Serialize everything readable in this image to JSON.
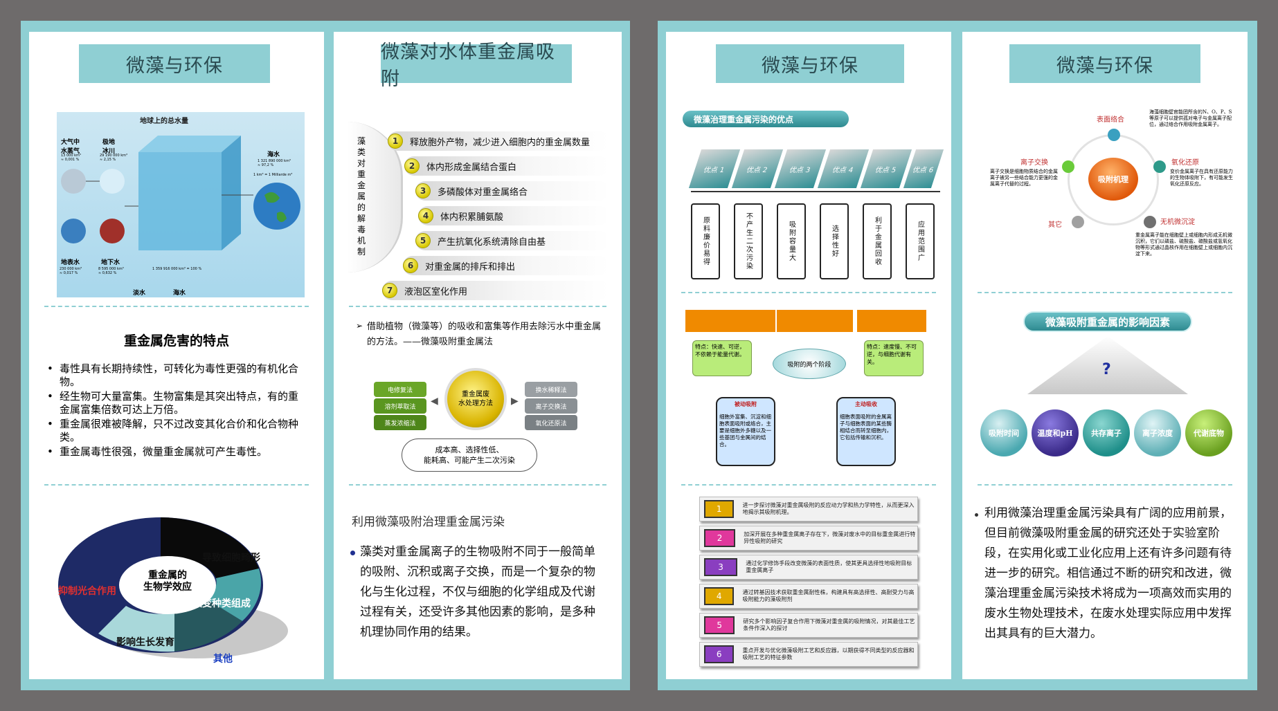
{
  "panel1": {
    "title": "微藻与环保",
    "water_image": {
      "caption": "地球上的总水量",
      "labels": {
        "atmosphere": "大气中\n水蒸气",
        "atmosphere_val": "13 000 km³\n≈ 0,001 %",
        "glacier": "极地\n冰川",
        "glacier_val": "29 190 000 km³\n≈ 2,15 %",
        "ocean": "海水",
        "ocean_val": "1 321 890 000 km³\n≈ 97,2 %",
        "unit_note": "1 km³ = 1 Milliarde m³",
        "surface": "地表水",
        "surface_val": "230 000 km³\n≈ 0,017 %",
        "ground": "地下水",
        "ground_val": "8 595 000 km³\n≈ 0,632 %",
        "total": "1 359 916 000 km³ = 100 %",
        "fresh": "淡水",
        "sea": "海水"
      }
    },
    "heading": "重金属危害的特点",
    "bullets": [
      "毒性具有长期持续性，可转化为毒性更强的有机化合物。",
      "经生物可大量富集。生物富集是其突出特点，有的重金属富集倍数可达上万倍。",
      "重金属很难被降解，只不过改变其化合价和化合物种类。",
      "重金属毒性很强，微量重金属就可产生毒性。"
    ],
    "ring": {
      "center": "重金属的\n生物学效应",
      "segments": [
        "导致细胞畸形",
        "改变种类组成",
        "影响生长发育",
        "抑制光合作用",
        "其他"
      ]
    }
  },
  "panel2": {
    "title": "微藻对水体重金属吸附",
    "side_label": "藻类对重金属的解毒机制",
    "mechanisms": [
      {
        "num": "1",
        "text": "释放胞外产物，减少进入细胞内的重金属数量"
      },
      {
        "num": "2",
        "text": "体内形成金属结合蛋白"
      },
      {
        "num": "3",
        "text": "多磷酸体对重金属络合"
      },
      {
        "num": "4",
        "text": "体内积累脯氨酸"
      },
      {
        "num": "5",
        "text": "产生抗氧化系统清除自由基"
      },
      {
        "num": "6",
        "text": "对重金属的排斥和排出"
      },
      {
        "num": "7",
        "text": "液泡区室化作用"
      }
    ],
    "intro": "借助植物（微藻等）的吸收和富集等作用去除污水中重金属的方法。——微藻吸附重金属法",
    "center_disc": "重金属废\n水处理方法",
    "left_methods": [
      "电修复法",
      "溶剂萃取法",
      "蒸发浓缩法"
    ],
    "right_methods": [
      "换水稀释法",
      "离子交换法",
      "氧化还原法"
    ],
    "drawback": "成本高、选择性低、\n能耗高、可能产生二次污染",
    "subheading": "利用微藻吸附治理重金属污染",
    "paragraph": "藻类对重金属离子的生物吸附不同于一般简单的吸附、沉积或离子交换，而是一个复杂的物化与生化过程，不仅与细胞的化学组成及代谢过程有关，还受许多其他因素的影响，是多种机理协同作用的结果。"
  },
  "panel3": {
    "title": "微藻与环保",
    "banner": "微藻治理重金属污染的优点",
    "tags": [
      "优点 1",
      "优点 2",
      "优点 3",
      "优点 4",
      "优点 5",
      "优点 6"
    ],
    "advantages": [
      "原料廉价易得",
      "不产生二次污染",
      "吸附容量大",
      "选择性好",
      "利于金属回收",
      "应用范围广"
    ],
    "stage_center": "吸附的两个阶段",
    "fast_note": "特点：快速、可逆，不依赖于能量代谢。",
    "slow_note": "特点：速度慢、不可逆，与细胞代谢有关。",
    "passive_title": "被动吸附",
    "passive_text": "细胞外富集、沉淀和细胞表面吸附或络合，主要是细胞外多糖以及一些基团与金属间的结合。",
    "active_title": "主动吸收",
    "active_text": "细胞表面吸附的金属离子与细胞表面的某些酶相结合而转至细胞内，它包括传输和沉积。",
    "steps": [
      {
        "num": "1",
        "color": "#e0a800",
        "text": "进一步探讨微藻对重金属吸附的反应动力学和热力学特性，从而更深入地揭示其吸附机理。"
      },
      {
        "num": "2",
        "color": "#e0389c",
        "text": "加深开展在多种重金属离子存在下，微藻对废水中的目标重金属进行特异性吸附的研究"
      },
      {
        "num": "3",
        "color": "#8a3ec0",
        "text": "通过化学修饰手段改变微藻的表面性质，使其更具选择性地吸附目标重金属离子"
      },
      {
        "num": "4",
        "color": "#e0a800",
        "text": "通过转基因技术获取重金属耐性株，构建具有高选择性、高耐受力与高吸附能力的藻吸附剂"
      },
      {
        "num": "5",
        "color": "#e0389c",
        "text": "研究多个影响因子复合作用下微藻对重金属的吸附情况，对其最佳工艺条件作深入的探讨"
      },
      {
        "num": "6",
        "color": "#8a3ec0",
        "text": "重点开发与优化微藻吸附工艺和反应器，以期获得不同类型的反应器和吸附工艺的特征参数"
      }
    ]
  },
  "panel4": {
    "title": "微藻与环保",
    "cycle_center": "吸附机理",
    "cycle_labels": {
      "top": "表面络合",
      "left": "离子交换",
      "right": "氧化还原",
      "bottom_right": "无机微沉淀",
      "bottom_left": "其它"
    },
    "top_note": "海藻细胞壁官能团所含的N、O、P、S等原子可以提供孤对电子与金属离子配位，通过络合作用吸附金属离子。",
    "left_note": "离子交换是细胞物质结合的金属离子被另一些结合能力更强的金属离子代替的过程。",
    "right_note": "变价金属离子在具有还原能力的生物体吸附下，有可能发生氧化还原反应。",
    "bottom_note": "重金属离子能在细胞壁上或细胞内形成无机微沉积，它们以磷盐、硫酸盐、碳酸盐或氢氧化物等形式通过晶核作用在细胞壁上或细胞内沉淀下来。",
    "factors_title": "微藻吸附重金属的影响因素",
    "question": "?",
    "factors": [
      {
        "label": "吸附时间",
        "color": "#4aa8b0"
      },
      {
        "label": "温度和pH",
        "color": "#3b2b8a"
      },
      {
        "label": "共存离子",
        "color": "#1f8f8a"
      },
      {
        "label": "离子浓度",
        "color": "#5fb0b6"
      },
      {
        "label": "代谢底物",
        "color": "#6aa020"
      }
    ],
    "paragraph": "利用微藻治理重金属污染具有广阔的应用前景，但目前微藻吸附重金属的研究还处于实验室阶段，在实用化或工业化应用上还有许多问题有待进一步的研究。相信通过不断的研究和改进，微藻治理重金属污染技术将成为一项高效而实用的废水生物处理技术，在废水处理实际应用中发挥出其具有的巨大潜力。"
  }
}
